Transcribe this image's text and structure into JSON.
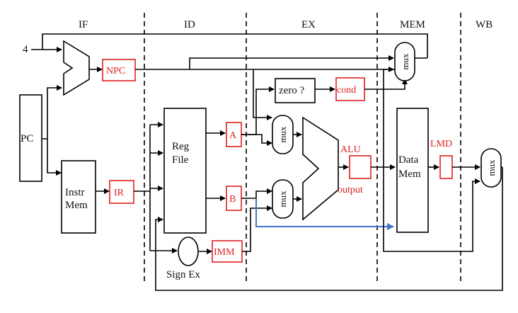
{
  "stages": [
    "IF",
    "ID",
    "EX",
    "MEM",
    "WB"
  ],
  "inputs": {
    "four": "4"
  },
  "blocks": {
    "pc": "PC",
    "instr_mem": [
      "Instr",
      "Mem"
    ],
    "reg_file": [
      "Reg",
      "File"
    ],
    "data_mem": [
      "Data",
      "Mem"
    ],
    "zero_test": "zero ?",
    "sign_ex": "Sign Ex"
  },
  "registers": {
    "npc": "NPC",
    "ir": "IR",
    "a": "A",
    "b": "B",
    "imm": "IMM",
    "cond": "cond",
    "alu": "ALU",
    "alu_output": "output",
    "lmd": "LMD"
  },
  "mux_label": "mux",
  "colors": {
    "register_outline": "#e02020",
    "register_text": "#dd2222",
    "forward_path": "#4472c4"
  }
}
